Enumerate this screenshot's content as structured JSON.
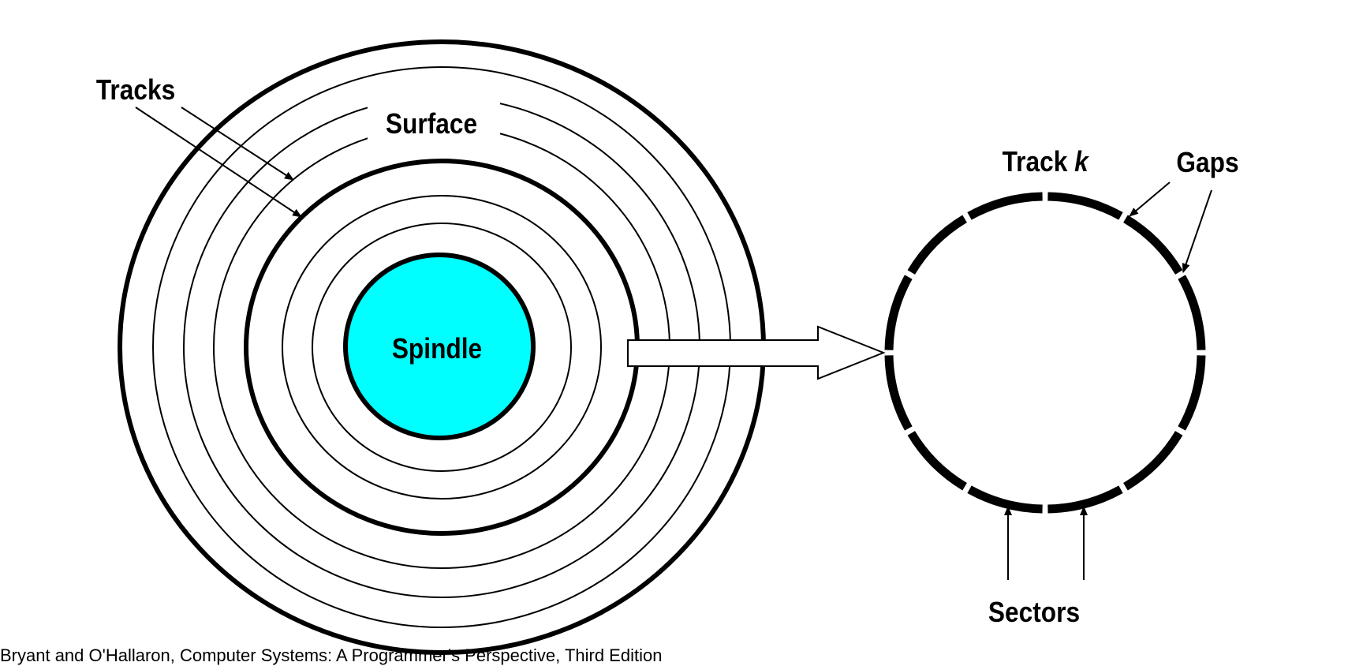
{
  "diagram": {
    "labels": {
      "tracks": "Tracks",
      "surface": "Surface",
      "spindle": "Spindle",
      "track_k_prefix": "Track ",
      "track_k_var": "k",
      "gaps": "Gaps",
      "sectors": "Sectors"
    },
    "caption": "Bryant and O'Hallaron, Computer Systems: A Programmer's Perspective, Third Edition"
  },
  "colors": {
    "spindle_fill": "#00ffff",
    "stroke": "#000000",
    "background": "#ffffff"
  }
}
